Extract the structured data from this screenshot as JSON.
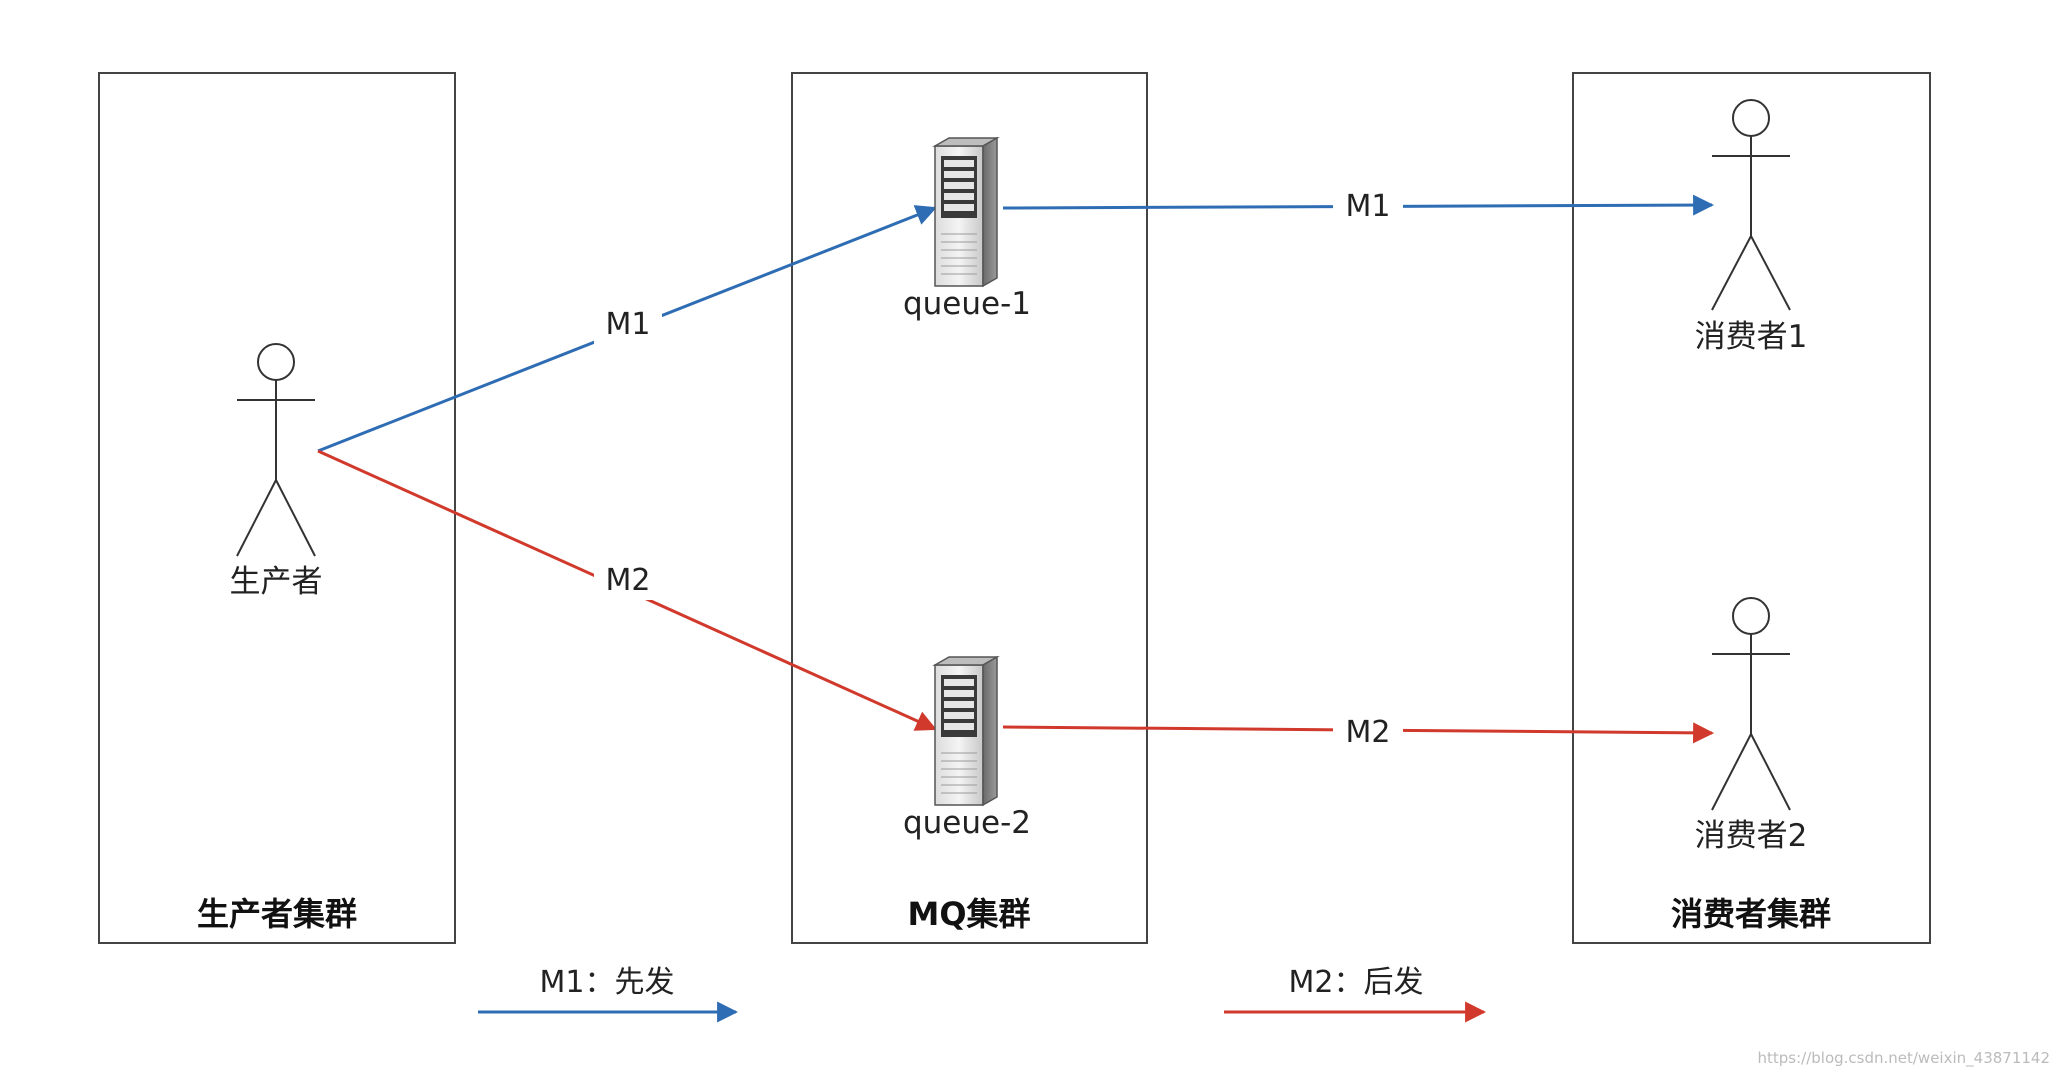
{
  "clusters": {
    "producer": {
      "label": "生产者集群"
    },
    "mq": {
      "label": "MQ集群"
    },
    "consumer": {
      "label": "消费者集群"
    }
  },
  "nodes": {
    "producer": {
      "label": "生产者",
      "icon": "stick-figure-icon"
    },
    "queue1": {
      "label": "queue-1",
      "icon": "server-icon"
    },
    "queue2": {
      "label": "queue-2",
      "icon": "server-icon"
    },
    "consumer1": {
      "label": "消费者1",
      "icon": "stick-figure-icon"
    },
    "consumer2": {
      "label": "消费者2",
      "icon": "stick-figure-icon"
    }
  },
  "edges": {
    "m1_produce": {
      "label": "M1",
      "color": "#2e6db4"
    },
    "m2_produce": {
      "label": "M2",
      "color": "#d0392b"
    },
    "m1_consume": {
      "label": "M1",
      "color": "#2e6db4"
    },
    "m2_consume": {
      "label": "M2",
      "color": "#d0392b"
    }
  },
  "legend": {
    "m1": {
      "label": "M1：先发",
      "color": "#2e6db4"
    },
    "m2": {
      "label": "M2：后发",
      "color": "#d0392b"
    }
  },
  "watermark": "https://blog.csdn.net/weixin_43871142"
}
